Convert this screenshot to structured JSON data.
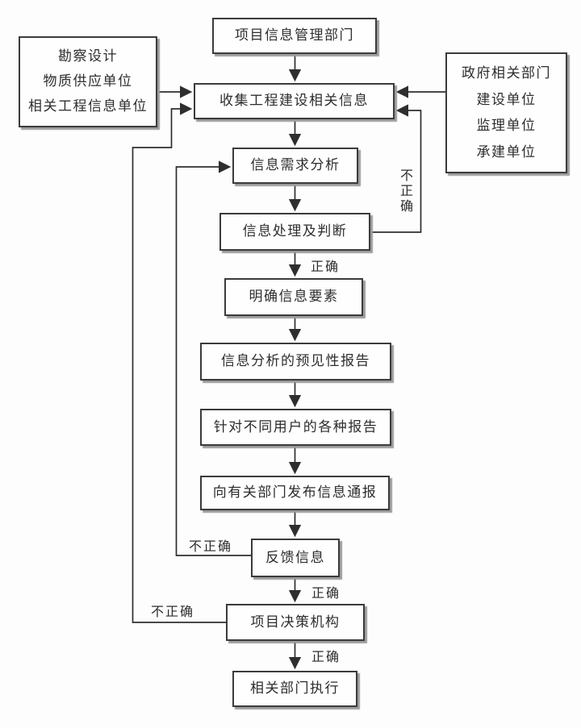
{
  "diagram": {
    "type": "flowchart",
    "subject": "project-information-management-flow",
    "nodes": {
      "top": {
        "label": "项目信息管理部门"
      },
      "left_sources": {
        "lines": [
          "勘察设计",
          "物质供应单位",
          "相关工程信息单位"
        ]
      },
      "right_sources": {
        "lines": [
          "政府相关部门",
          "建设单位",
          "监理单位",
          "承建单位"
        ]
      },
      "collect": {
        "label": "收集工程建设相关信息"
      },
      "demand_analysis": {
        "label": "信息需求分析"
      },
      "processing_judgment": {
        "label": "信息处理及判断"
      },
      "clarify_elements": {
        "label": "明确信息要素"
      },
      "predictive_report": {
        "label": "信息分析的预见性报告"
      },
      "user_reports": {
        "label": "针对不同用户的各种报告"
      },
      "publish_notice": {
        "label": "向有关部门发布信息通报"
      },
      "feedback": {
        "label": "反馈信息"
      },
      "decision_body": {
        "label": "项目决策机构"
      },
      "execution": {
        "label": "相关部门执行"
      }
    },
    "edge_labels": {
      "correct_after_judgment": "正确",
      "correct_after_feedback": "正确",
      "correct_after_decision": "正确",
      "incorrect_judgment_loop": "不正确",
      "incorrect_feedback_loop": "不正确",
      "incorrect_decision_loop": "不正确"
    },
    "colors": {
      "line": "#2e2e2e",
      "box_border": "#3b3b3b",
      "box_fill": "#fefefe",
      "box_shadow": "#9b9b9b",
      "text": "#2d2d2d",
      "background": "#fdfdfd"
    }
  }
}
